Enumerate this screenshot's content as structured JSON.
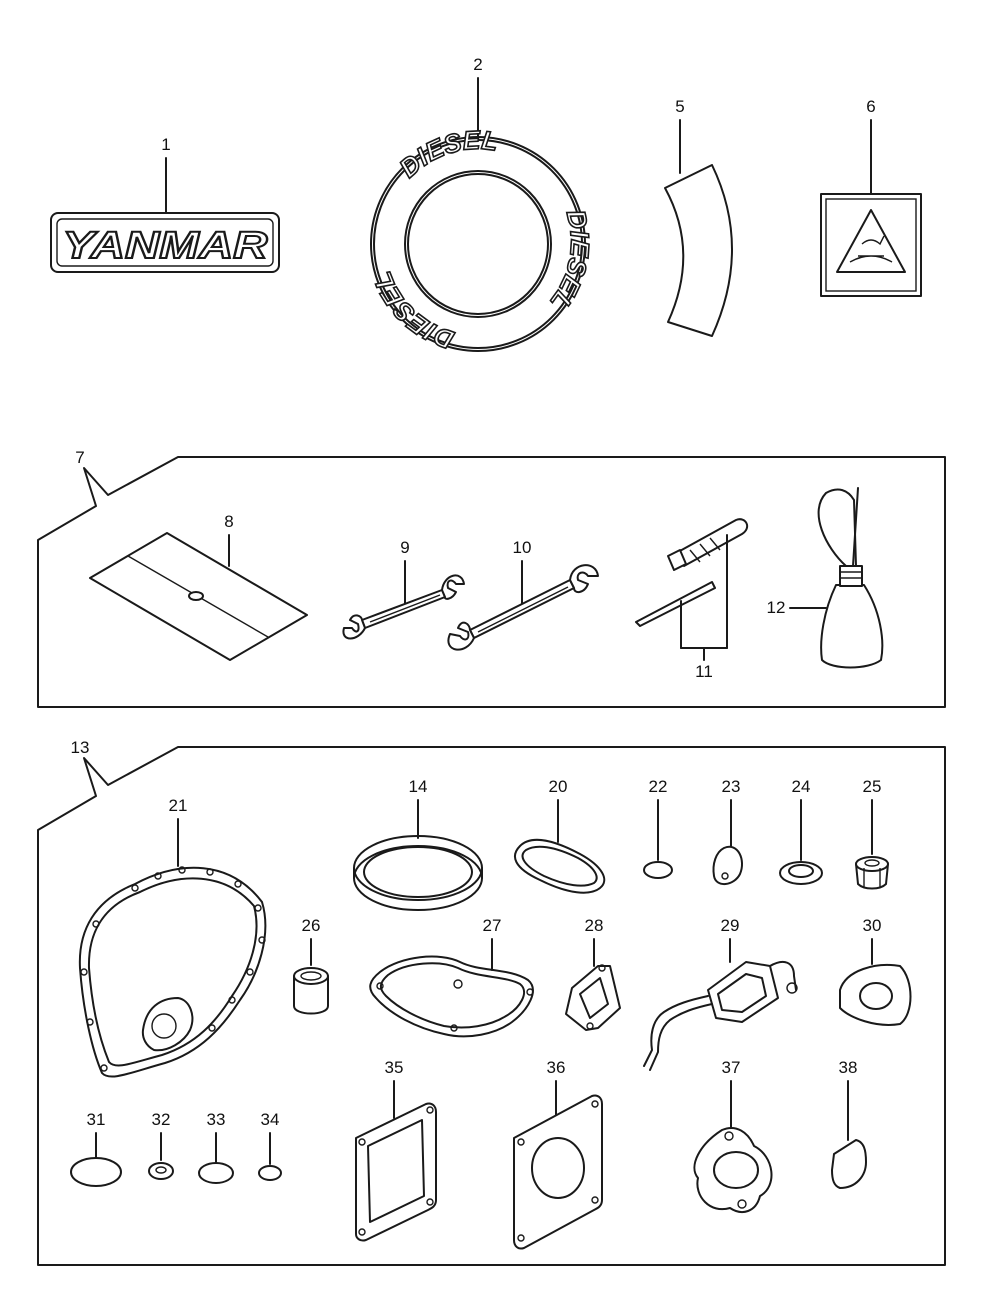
{
  "labels": {
    "l1": "1",
    "l2": "2",
    "l5": "5",
    "l6": "6",
    "l7": "7",
    "l8": "8",
    "l9": "9",
    "l10": "10",
    "l11": "11",
    "l12": "12",
    "l13": "13",
    "l14": "14",
    "l20": "20",
    "l21": "21",
    "l22": "22",
    "l23": "23",
    "l24": "24",
    "l25": "25",
    "l26": "26",
    "l27": "27",
    "l28": "28",
    "l29": "29",
    "l30": "30",
    "l31": "31",
    "l32": "32",
    "l33": "33",
    "l34": "34",
    "l35": "35",
    "l36": "36",
    "l37": "37",
    "l38": "38"
  },
  "decal_text": {
    "yanmar": "YANMAR",
    "diesel": "DIESEL"
  },
  "colors": {
    "line": "#1a1a1a",
    "background": "#ffffff"
  }
}
